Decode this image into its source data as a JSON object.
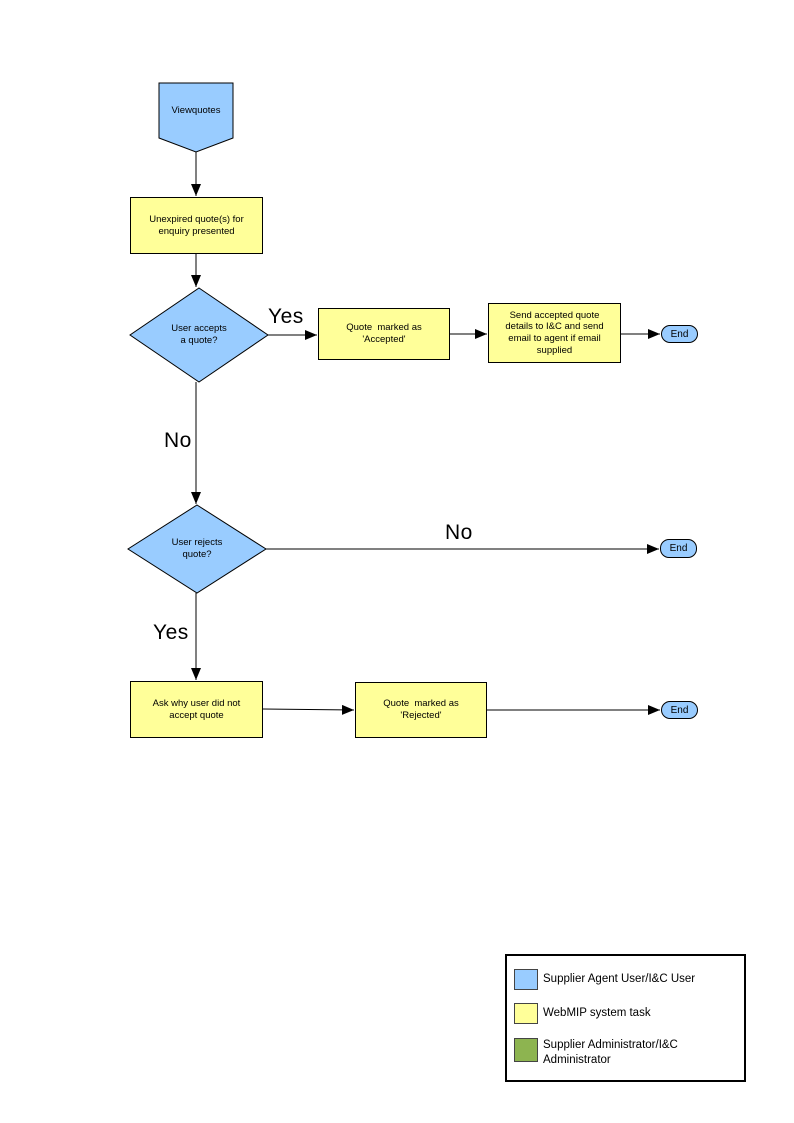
{
  "diagram": {
    "nodes": {
      "start": {
        "label": "Viewquotes"
      },
      "present_quotes": {
        "label": "Unexpired quote(s) for\nenquiry presented"
      },
      "accept_decision": {
        "label": "User accepts\na quote?"
      },
      "mark_accepted": {
        "label": "Quote  marked as\n'Accepted'"
      },
      "send_details": {
        "label": "Send accepted quote\ndetails to I&C and send\nemail to agent if email\nsupplied"
      },
      "end_accepted": {
        "label": "End"
      },
      "reject_decision": {
        "label": "User rejects\nquote?"
      },
      "end_no_action": {
        "label": "End"
      },
      "ask_reason": {
        "label": "Ask why user did not\naccept quote"
      },
      "mark_rejected": {
        "label": "Quote  marked as\n'Rejected'"
      },
      "end_rejected": {
        "label": "End"
      }
    },
    "edge_labels": {
      "accept_yes": "Yes",
      "accept_no": "No",
      "reject_no": "No",
      "reject_yes": "Yes"
    },
    "colors": {
      "user_shape_fill": "#99CCFF",
      "system_task_fill": "#FFFF99",
      "admin_fill": "#8DB450",
      "outline": "#000000"
    }
  },
  "legend": {
    "items": [
      {
        "color": "#99CCFF",
        "label": "Supplier Agent User/I&C User"
      },
      {
        "color": "#FFFF99",
        "label": "WebMIP system task"
      },
      {
        "color": "#8DB450",
        "label": "Supplier Administrator/I&C\nAdministrator"
      }
    ]
  }
}
